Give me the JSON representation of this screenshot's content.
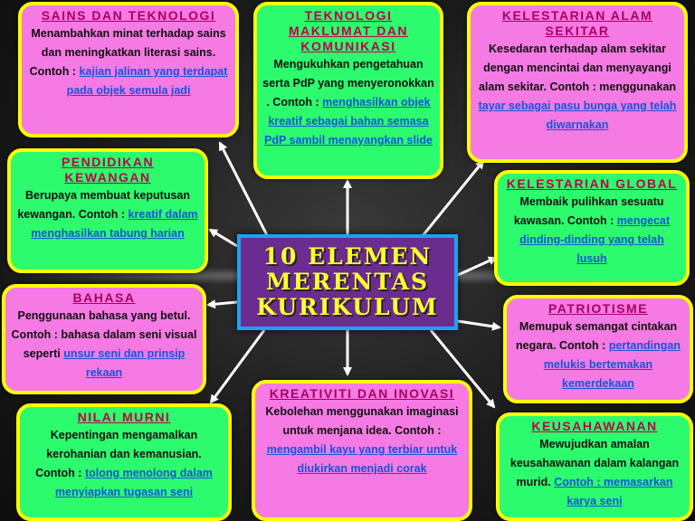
{
  "center": {
    "line1": "10 ELEMEN",
    "line2": "MERENTAS",
    "line3": "KURIKULUM"
  },
  "colors": {
    "pink": "#f57ae3",
    "green": "#2cfb6e",
    "border": "#ffff00",
    "center_bg": "#6a2c8e",
    "center_border": "#1da1f2",
    "link": "#1456d8"
  },
  "elements": [
    {
      "id": "sains",
      "title": "SAINS DAN TEKNOLOGI",
      "text": "Menambahkan minat terhadap sains dan meningkatkan literasi sains. Contoh :",
      "example": "kajian jalinan yang terdapat pada objek semula jadi"
    },
    {
      "id": "tmk",
      "title": "TEKNOLOGI MAKLUMAT DAN KOMUNIKASI",
      "text": "Mengukuhkan pengetahuan serta PdP yang menyeronokkan . Contoh :",
      "example": "menghasilkan objek kreatif sebagai bahan semasa PdP sambil menayangkan slide"
    },
    {
      "id": "kelestarian-alam",
      "title": "KELESTARIAN ALAM SEKITAR",
      "text": "Kesedaran terhadap alam sekitar dengan mencintai dan menyayangi alam sekitar. Contoh : menggunakan",
      "example": "tayar sebagai pasu bunga yang telah diwarnakan"
    },
    {
      "id": "kewangan",
      "title": "PENDIDIKAN KEWANGAN",
      "text": "Berupaya membuat keputusan kewangan. Contoh :",
      "example": "kreatif dalam menghasilkan tabung harian"
    },
    {
      "id": "global",
      "title": "KELESTARIAN GLOBAL",
      "text": "Membaik pulihkan sesuatu kawasan. Contoh :",
      "example": "mengecat dinding-dinding yang telah lusuh"
    },
    {
      "id": "bahasa",
      "title": "BAHASA",
      "text": "Penggunaan bahasa yang betul. Contoh : bahasa dalam seni visual seperti",
      "example": "unsur seni dan prinsip rekaan"
    },
    {
      "id": "patriotisme",
      "title": "PATRIOTISME",
      "text": "Memupuk semangat cintakan negara. Contoh :",
      "example": "pertandingan melukis bertemakan kemerdekaan"
    },
    {
      "id": "nilai",
      "title": "NILAI MURNI",
      "text": "Kepentingan mengamalkan kerohanian dan kemanusian. Contoh :",
      "example": "tolong menolong dalam menyiapkan tugasan seni"
    },
    {
      "id": "kreativiti",
      "title": "KREATIVITI DAN INOVASI",
      "text": "Kebolehan menggunakan imaginasi untuk menjana idea. Contoh :",
      "example": "mengambil kayu yang terbiar untuk diukirkan menjadi corak"
    },
    {
      "id": "keusahawanan",
      "title": "KEUSAHAWANAN",
      "text": "Mewujudkan amalan keusahawanan dalam kalangan murid.",
      "example": "Contoh : memasarkan karya seni"
    }
  ]
}
